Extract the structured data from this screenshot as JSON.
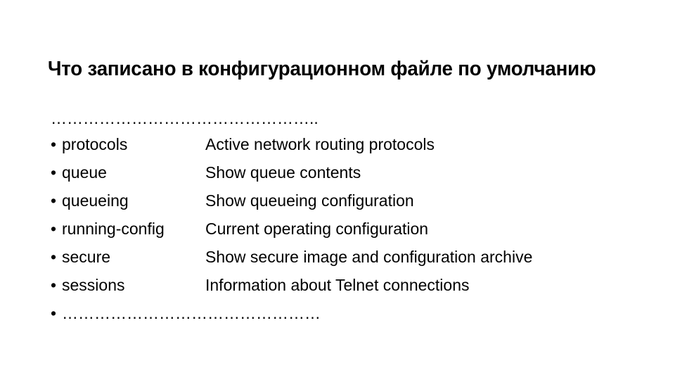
{
  "slide": {
    "title": "Что записано в конфигурационном файле по умолчанию",
    "background_color": "#ffffff",
    "text_color": "#000000"
  },
  "body": {
    "leading_ellipsis": "…………………………………………..",
    "bullet_glyph": "•",
    "rows": [
      {
        "command": "protocols",
        "description": "Active network routing protocols"
      },
      {
        "command": "queue",
        "description": "Show queue contents"
      },
      {
        "command": "queueing",
        "description": "Show queueing configuration"
      },
      {
        "command": "running-config",
        "description": "Current operating configuration"
      },
      {
        "command": "secure",
        "description": "Show secure image and configuration archive"
      },
      {
        "command": "sessions",
        "description": "Information about Telnet connections"
      }
    ],
    "trailing_ellipsis": "…………………………………………"
  }
}
